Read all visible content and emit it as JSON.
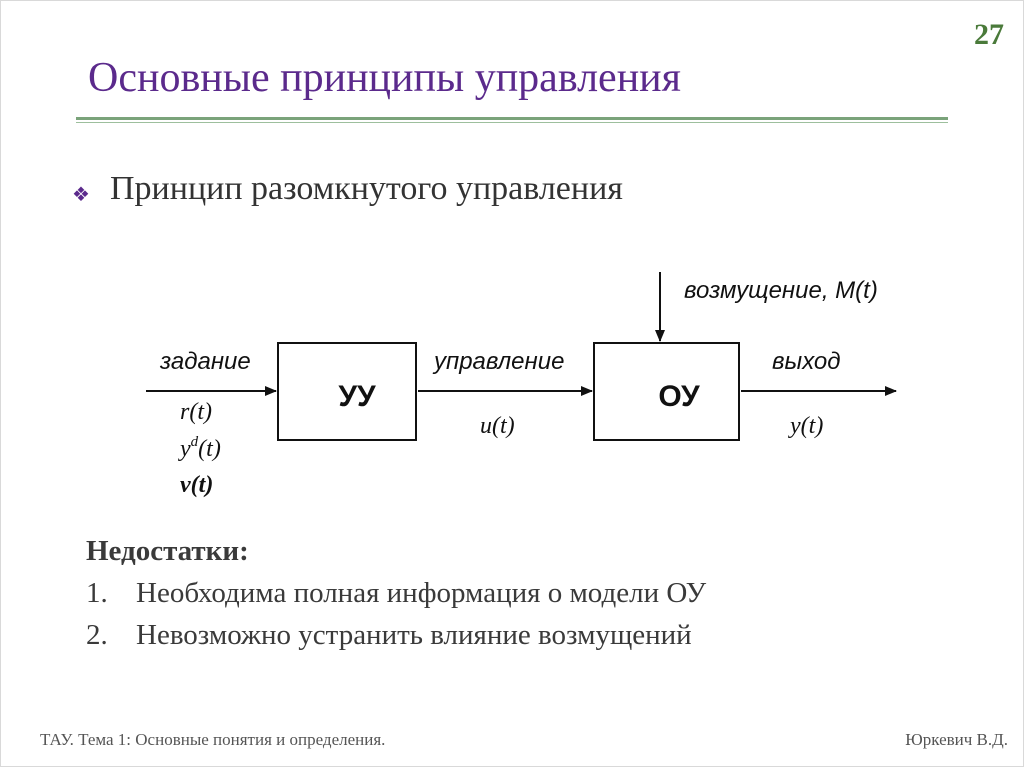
{
  "slide": {
    "page_number": "27",
    "title": "Основные принципы управления",
    "subtitle": "Принцип разомкнутого управления",
    "bullet_icon": "diamond-bullet-icon"
  },
  "diagram": {
    "blocks": {
      "controller": "УУ",
      "plant": "ОУ"
    },
    "signals": {
      "input_label": "задание",
      "input_vars": [
        "r(t)",
        "y",
        "d",
        "(t)",
        "v(t)"
      ],
      "control_label": "управление",
      "control_var": "u(t)",
      "output_label": "выход",
      "output_var": "y(t)",
      "disturbance_label": "возмущение, M(t)"
    }
  },
  "drawbacks": {
    "heading": "Недостатки:",
    "items": [
      {
        "num": "1.",
        "text": "Необходима полная информация о модели ОУ"
      },
      {
        "num": "2.",
        "text": "Невозможно устранить влияние возмущений"
      }
    ]
  },
  "footer": {
    "left": "ТАУ. Тема 1: Основные понятия и определения.",
    "right": "Юркевич В.Д."
  },
  "colors": {
    "title": "#5b2a8c",
    "page_number": "#4a7a3a",
    "rule": "#7aa37a"
  }
}
